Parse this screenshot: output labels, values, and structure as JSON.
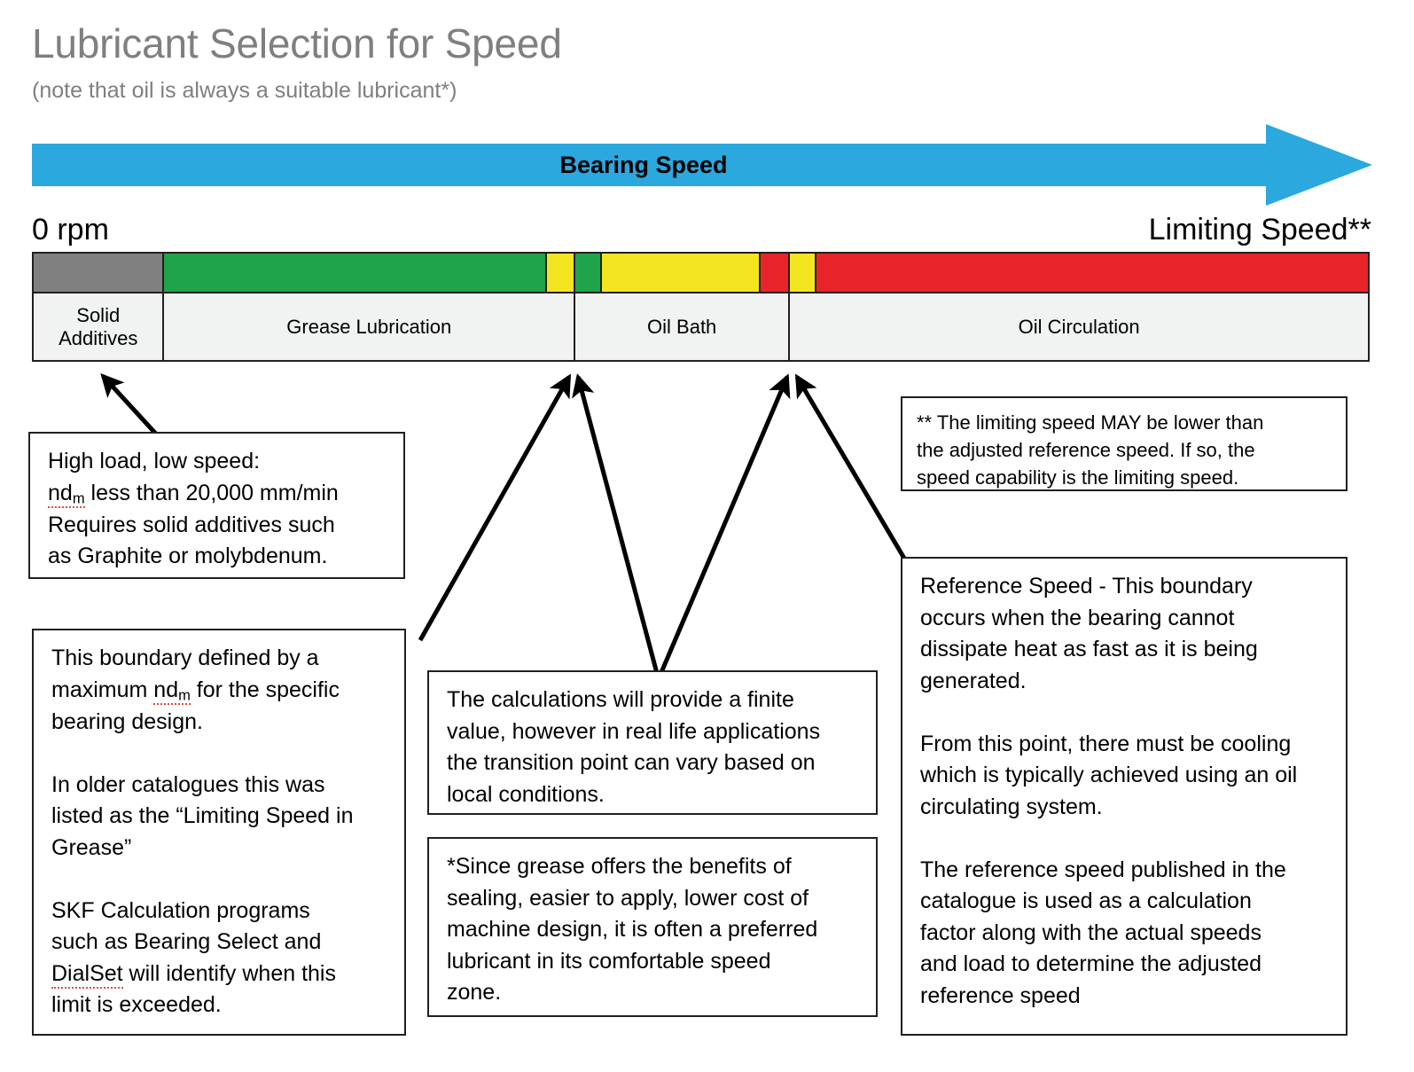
{
  "header": {
    "title": "Lubricant Selection for Speed",
    "subtitle": "(note that oil is always a suitable lubricant*)"
  },
  "speed_axis": {
    "arrow_label": "Bearing Speed",
    "start_label": "0 rpm",
    "end_label": "Limiting Speed**",
    "arrow_color": "#2BA8DE"
  },
  "chart_data": {
    "type": "bar",
    "title": "Lubricant Selection for Speed",
    "xlabel": "Bearing Speed",
    "orientation": "horizontal-stacked-band",
    "axis_start": "0 rpm",
    "axis_end": "Limiting Speed**",
    "color_segments": [
      {
        "color": "#808080",
        "name": "grey",
        "start_pct": 0.0,
        "end_pct": 9.8
      },
      {
        "color": "#1FA34B",
        "name": "green",
        "start_pct": 9.8,
        "end_pct": 38.5
      },
      {
        "color": "#F2E520",
        "name": "yellow",
        "start_pct": 38.5,
        "end_pct": 40.6
      },
      {
        "color": "#1FA34B",
        "name": "green",
        "start_pct": 40.6,
        "end_pct": 42.6
      },
      {
        "color": "#F2E520",
        "name": "yellow",
        "start_pct": 42.6,
        "end_pct": 54.5
      },
      {
        "color": "#E8242A",
        "name": "red",
        "start_pct": 54.5,
        "end_pct": 56.7
      },
      {
        "color": "#F2E520",
        "name": "yellow",
        "start_pct": 56.7,
        "end_pct": 58.7
      },
      {
        "color": "#E8242A",
        "name": "red",
        "start_pct": 58.7,
        "end_pct": 100.0
      }
    ],
    "categories": [
      {
        "label": "Solid\nAdditives",
        "start_pct": 0.0,
        "end_pct": 9.8
      },
      {
        "label": "Grease Lubrication",
        "start_pct": 9.8,
        "end_pct": 40.6
      },
      {
        "label": "Oil Bath",
        "start_pct": 40.6,
        "end_pct": 56.7
      },
      {
        "label": "Oil Circulation",
        "start_pct": 56.7,
        "end_pct": 100.0
      }
    ],
    "legend": [],
    "grid": false
  },
  "callouts": {
    "high_load": "High load, low speed:\nndₘ less than 20,000 mm/min\nRequires solid additives such\nas Graphite or molybdenum.",
    "boundary_ndm": "This boundary defined by a\nmaximum ndₘ for the specific\nbearing design.\n\nIn older catalogues this was\nlisted as the “Limiting Speed in\nGrease”\n\nSKF Calculation programs\nsuch as Bearing Select and\nDialSet will identify when this\nlimit is exceeded.",
    "calculations": "The calculations will provide a finite\nvalue, however in real life applications\nthe transition point can vary based on\nlocal conditions.",
    "grease_benefits": "*Since grease offers the benefits of\nsealing, easier to apply, lower cost of\nmachine design, it is often a preferred\nlubricant in its comfortable speed\nzone.",
    "limiting_note": "** The limiting speed MAY be lower than\nthe adjusted reference speed. If so, the\nspeed capability is the limiting speed.",
    "reference_speed": "Reference Speed - This boundary\noccurs when the bearing cannot\ndissipate heat as fast as it is being\ngenerated.\n\nFrom this point, there must be cooling\nwhich is typically achieved using an oil\ncirculating system.\n\nThe reference speed published in the\ncatalogue is used as a calculation\nfactor along with the actual speeds\nand load to determine the adjusted\nreference speed"
  }
}
